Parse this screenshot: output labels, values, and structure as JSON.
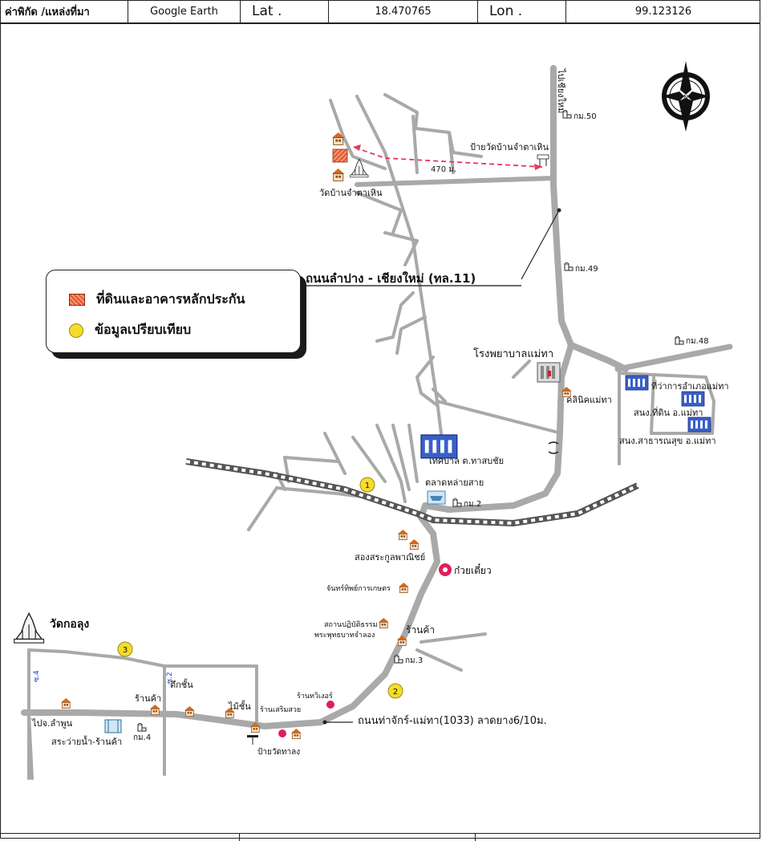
{
  "header": {
    "source_label": "ค่าพิกัด /แหล่งที่มา",
    "source_value": "Google Earth",
    "lat_label": "Lat .",
    "lat_value": "18.470765",
    "lon_label": "Lon .",
    "lon_value": "99.123126"
  },
  "legend": {
    "collateral": "ที่ดินและอาคารหลักประกัน",
    "comparison": "ข้อมูลเปรียบเทียบ"
  },
  "map": {
    "compass_label": "N",
    "road_main_label": "ถนนลำปาง - เชียงใหม่ (ทล.11)",
    "road_second_label": "ถนนท่าจักร์-แม่ทา(1033) ลาดยาง6/10ม.",
    "to_top_label": "ไปเชียงใหม่",
    "distance_label": "470 ม.",
    "places": {
      "wat_sign": "ป้ายวัดบ้านจำตาเหิน",
      "wat_jam": "วัดบ้านจำตาเหิน",
      "hospital": "โรงพยาบาลแม่ทา",
      "clinic": "คลินิคแม่ทา",
      "district_office": "ที่ว่าการอำเภอแม่ทา",
      "land_office": "สนง.ที่ดิน อ.แม่ทา",
      "health_office": "สนง.สาธารณสุข อ.แม่ทา",
      "municipality": "เทศบาล ต.ทาสบชัย",
      "market": "ตลาดหล่ายสาย",
      "shop_song": "สองสระกูลพาณิชย์",
      "noodle": "ก๋วยเตี๋ยว",
      "shop_jan": "จันทร์ทิพย์การเกษตร",
      "practice": "สถานปฏิบัติธรรม",
      "buddha": "พระพุทธบาทจำลอง",
      "shop1": "ร้านค้า",
      "shop_two": "ร้านทวิเงอร์",
      "shop_serm": "ร้านเสริมสวย",
      "wat_sign2": "ป้ายวัดทาลง",
      "wat_kolung": "วัดกอลุง",
      "building": "ตึกชั้น",
      "wood": "ไม้ชั้น",
      "shop2": "ร้านค้า",
      "to_lamphun": "ไปจ.ลำพูน",
      "pool": "สระว่ายน้ำ-ร้านค้า",
      "soi4": "ซ.4",
      "soi2": "ซ.2"
    },
    "km_posts": {
      "km50": "กม.50",
      "km49": "กม.49",
      "km48": "กม.48",
      "km2": "กม.2",
      "km3": "กม.3",
      "km4": "กม.4"
    },
    "markers": {
      "m1": "1",
      "m2": "2",
      "m3": "3"
    }
  },
  "colors": {
    "road": "#a9a9a9",
    "railway": "#555555",
    "route_dash": "#e23a5a",
    "collateral": "#e8552b",
    "comparison": "#f5dc2a",
    "building_blue": "#3a5fc8"
  },
  "icons": [
    "compass-icon",
    "km-post-icon",
    "house-icon",
    "temple-icon",
    "hospital-icon",
    "gov-building-icon",
    "market-icon",
    "noodle-icon",
    "pool-icon",
    "sign-icon"
  ]
}
